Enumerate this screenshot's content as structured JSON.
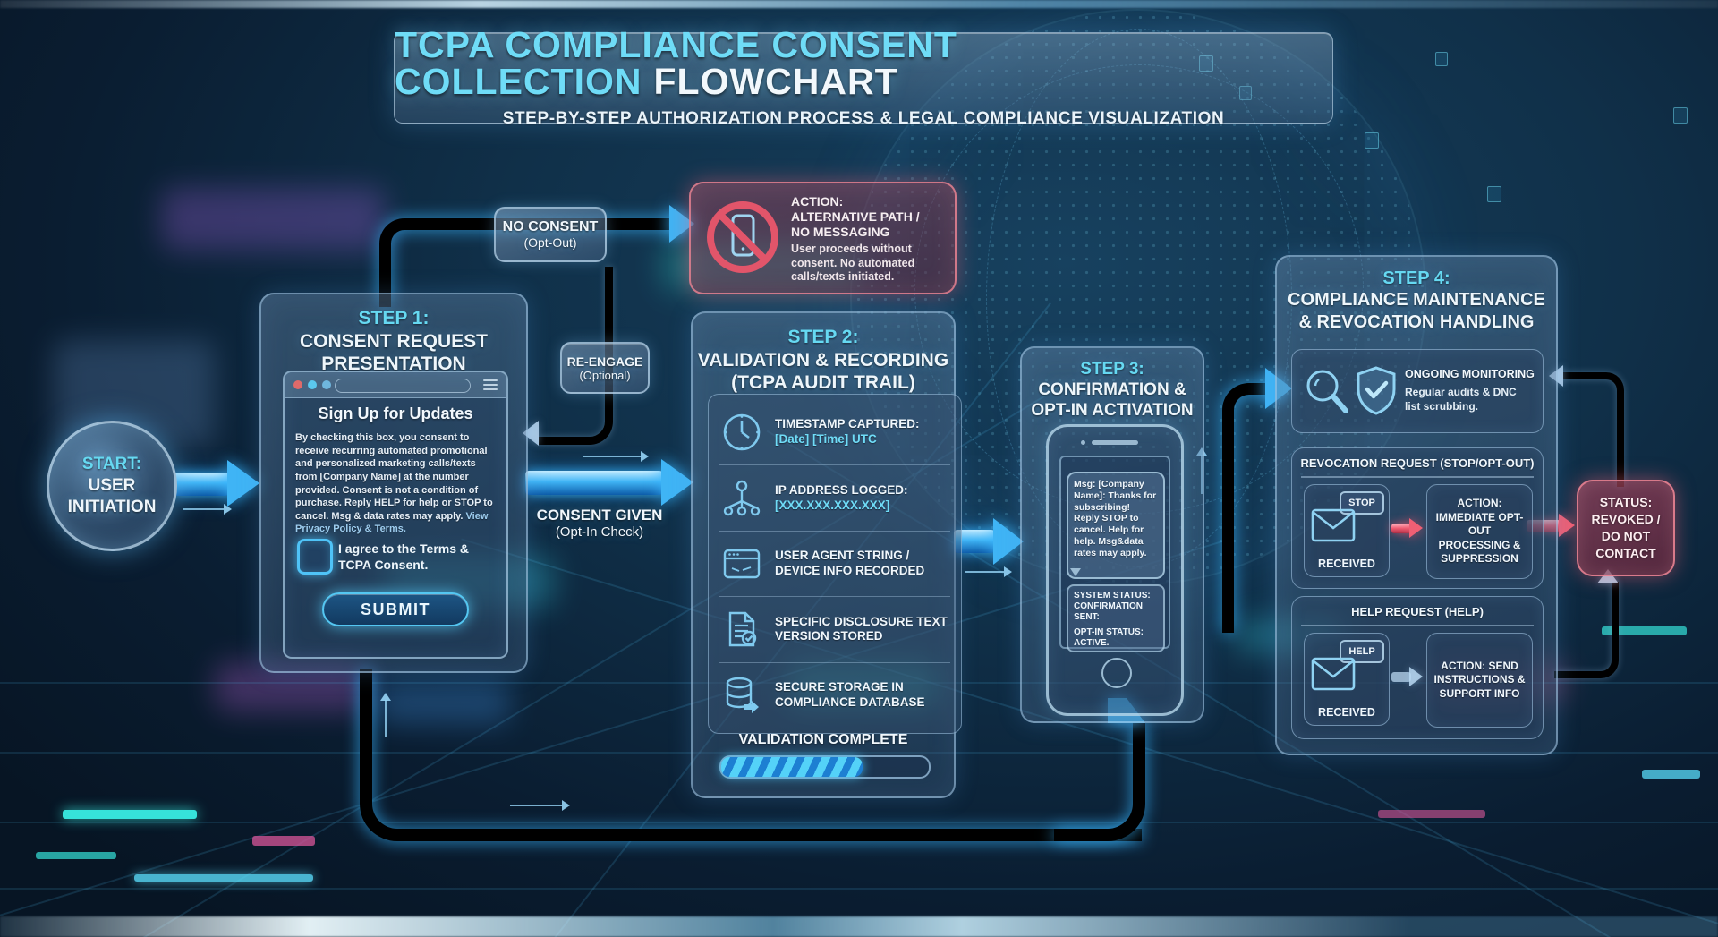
{
  "banner": {
    "title_accent": "TCPA COMPLIANCE CONSENT COLLECTION",
    "title_rest": "FLOWCHART",
    "subtitle": "STEP-BY-STEP AUTHORIZATION PROCESS & LEGAL COMPLIANCE VISUALIZATION"
  },
  "start": {
    "line1": "START:",
    "line2": "USER",
    "line3": "INITIATION"
  },
  "no_consent_badge": {
    "line1": "NO CONSENT",
    "line2": "(Opt-Out)"
  },
  "re_engage_badge": {
    "line1": "RE-ENGAGE",
    "line2": "(Optional)"
  },
  "consent_given_label": {
    "line1": "CONSENT GIVEN",
    "line2": "(Opt-In Check)"
  },
  "no_consent_action": {
    "icon": "no-phone-icon",
    "title1": "ACTION:",
    "title2": "ALTERNATIVE PATH /",
    "title3": "NO MESSAGING",
    "body": "User proceeds without consent. No automated calls/texts initiated."
  },
  "step1": {
    "t1": "STEP 1:",
    "t2": "CONSENT REQUEST",
    "t3": "PRESENTATION",
    "form_title": "Sign Up for Updates",
    "disclosure": "By checking this box, you consent to receive recurring automated promotional and personalized marketing calls/texts from [Company Name] at the number provided. Consent is not a condition of purchase. Reply HELP for help or STOP to cancel. Msg & data rates may apply. ",
    "privacy_link": "View Privacy Policy & Terms.",
    "checkbox_label": "I agree to the Terms & TCPA Consent.",
    "submit": "SUBMIT"
  },
  "step2": {
    "t1": "STEP 2:",
    "t2": "VALIDATION & RECORDING",
    "t3": "(TCPA AUDIT TRAIL)",
    "items": [
      {
        "icon": "clock-icon",
        "label": "TIMESTAMP CAPTURED:",
        "value": "[Date] [Time] UTC"
      },
      {
        "icon": "ip-network-icon",
        "label": "IP ADDRESS LOGGED:",
        "value": "[XXX.XXX.XXX.XXX]"
      },
      {
        "icon": "browser-window-icon",
        "label": "USER AGENT STRING / DEVICE INFO RECORDED",
        "value": ""
      },
      {
        "icon": "document-check-icon",
        "label": "SPECIFIC DISCLOSURE TEXT VERSION STORED",
        "value": ""
      },
      {
        "icon": "database-export-icon",
        "label": "SECURE STORAGE IN COMPLIANCE DATABASE",
        "value": ""
      }
    ],
    "validation_label": "VALIDATION COMPLETE",
    "progress_percent": 68
  },
  "step3": {
    "t1": "STEP 3:",
    "t2": "CONFIRMATION &",
    "t3": "OPT-IN ACTIVATION",
    "sms": "Msg: [Company Name]: Thanks for subscribing! Reply STOP to cancel. Help for help. Msg&data rates may apply.",
    "sys1": "SYSTEM STATUS:",
    "sys2": "CONFIRMATION SENT:",
    "sys3": "OPT-IN STATUS:",
    "sys4": "ACTIVE."
  },
  "step4": {
    "t1": "STEP 4:",
    "t2": "COMPLIANCE MAINTENANCE",
    "t3": "& REVOCATION HANDLING",
    "monitoring": {
      "icons": [
        "magnifier-icon",
        "shield-check-icon"
      ],
      "title": "ONGOING MONITORING",
      "body": "Regular audits & DNC list scrubbing."
    },
    "revocation": {
      "header": "REVOCATION REQUEST (STOP/OPT-OUT)",
      "bubble": "STOP",
      "received": "RECEIVED",
      "action": "ACTION: IMMEDIATE OPT-OUT PROCESSING & SUPPRESSION"
    },
    "help": {
      "header": "HELP REQUEST (HELP)",
      "bubble": "HELP",
      "received": "RECEIVED",
      "action": "ACTION: SEND INSTRUCTIONS & SUPPORT INFO"
    }
  },
  "status_box": {
    "line1": "STATUS:",
    "line2": "REVOKED /",
    "line3": "DO NOT",
    "line4": "CONTACT"
  },
  "colors": {
    "accent_cyan": "#5bd8f5",
    "pipe_blue": "#2fa8f0",
    "alert_red": "#ef5f74",
    "card_border": "#a9d3ef"
  }
}
